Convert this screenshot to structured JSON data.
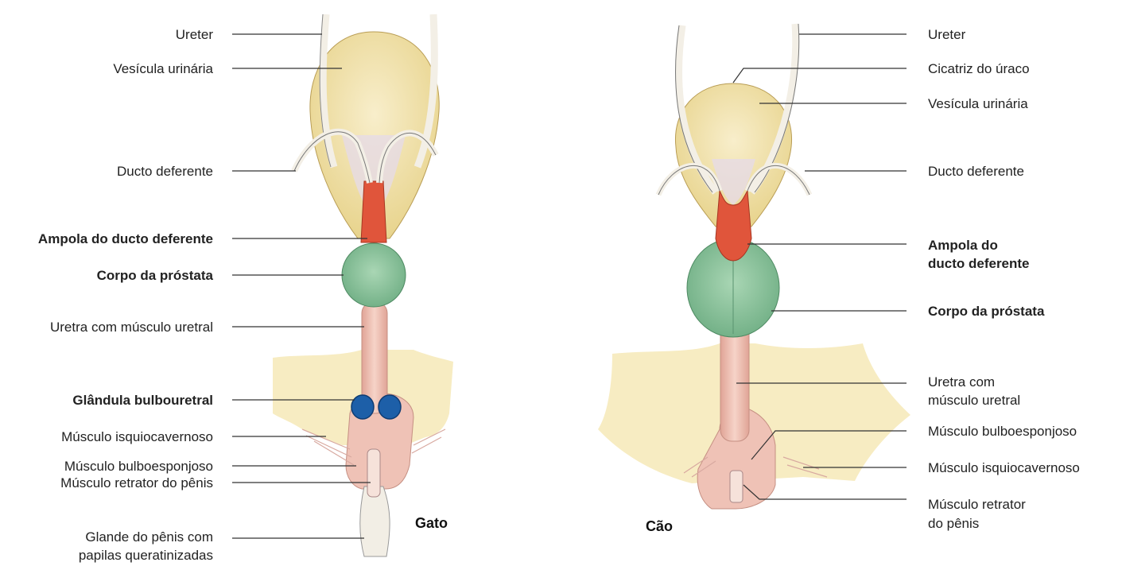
{
  "left_panel": {
    "species": "Gato",
    "labels": {
      "ureter": "Ureter",
      "bladder": "Vesícula urinária",
      "ductus_deferens": "Ducto deferente",
      "ampulla": "Ampola do ducto deferente",
      "prostate": "Corpo da próstata",
      "urethra": "Uretra com músculo uretral",
      "bulbourethral": "Glândula bulbouretral",
      "ischiocavernosus": "Músculo isquiocavernoso",
      "bulbospongiosus": "Músculo bulboesponjoso",
      "retractor": "Músculo retrator do pênis",
      "glans_line1": "Glande do pênis com",
      "glans_line2": "papilas queratinizadas"
    }
  },
  "right_panel": {
    "species": "Cão",
    "labels": {
      "ureter": "Ureter",
      "urachus": "Cicatriz do úraco",
      "bladder": "Vesícula urinária",
      "ductus_deferens": "Ducto deferente",
      "ampulla_line1": "Ampola do",
      "ampulla_line2": "ducto deferente",
      "prostate": "Corpo da próstata",
      "urethra_line1": "Uretra com",
      "urethra_line2": "músculo uretral",
      "bulbospongiosus": "Músculo bulboesponjoso",
      "ischiocavernosus": "Músculo isquiocavernoso",
      "retractor_line1": "Músculo retrator",
      "retractor_line2": "do pênis"
    }
  },
  "colors": {
    "bladder": "#f3e6b2",
    "ampulla": "#e0553b",
    "prostate": "#8fc7a0",
    "urethra": "#efc2b6",
    "bulbourethral": "#1d5fa8",
    "pelvis": "#f7ecc2",
    "leader_line": "#333333"
  }
}
